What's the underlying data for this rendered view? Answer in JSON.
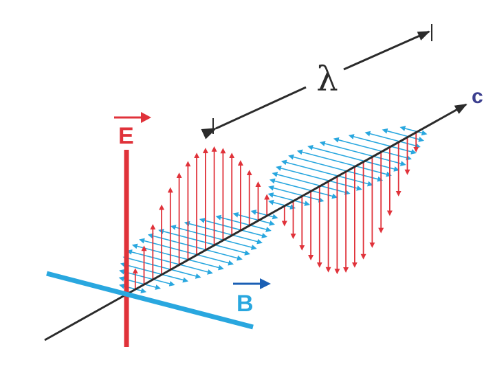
{
  "colors": {
    "electric": "#e0323a",
    "magnetic": "#29a7df",
    "axis": "#2b2b2b",
    "c_label": "#3c3f8f",
    "b_label": "#1a5fb4"
  },
  "labels": {
    "electric_field": "E",
    "magnetic_field": "B",
    "wavelength": "λ",
    "speed": "c"
  }
}
